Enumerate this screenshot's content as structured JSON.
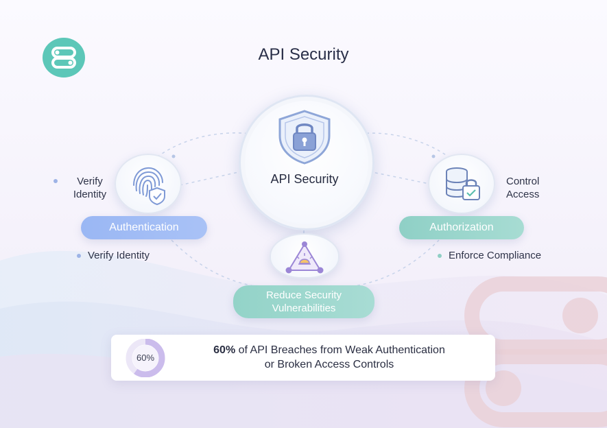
{
  "title": "API Security",
  "center": {
    "label": "API Security",
    "icon": "shield-lock-icon"
  },
  "nodes": {
    "authentication": {
      "label": "Authentication",
      "icon": "fingerprint-shield-icon",
      "side_note": "Verify Identity",
      "bottom_note": "Verify Identity"
    },
    "authorization": {
      "label": "Authorization",
      "icon": "database-lock-icon",
      "side_note": "Control Access",
      "bottom_note": "Enforce Compliance"
    },
    "vulnerabilities": {
      "label_line1": "Reduce Security",
      "label_line2": "Vulnerabilities",
      "icon": "bug-network-icon"
    }
  },
  "stat": {
    "percent_label": "60%",
    "percent_value": 60,
    "highlight": "60%",
    "text_part1": " of API Breaches from Weak Authentication",
    "text_part2": "or Broken Access Controls"
  },
  "colors": {
    "logo": "#5cc7b8",
    "blue_pill": "#9ab7f4",
    "teal_pill": "#93d3c8",
    "purple_icon": "#9b86d6",
    "brand_watermark": "#e7c8cf"
  }
}
